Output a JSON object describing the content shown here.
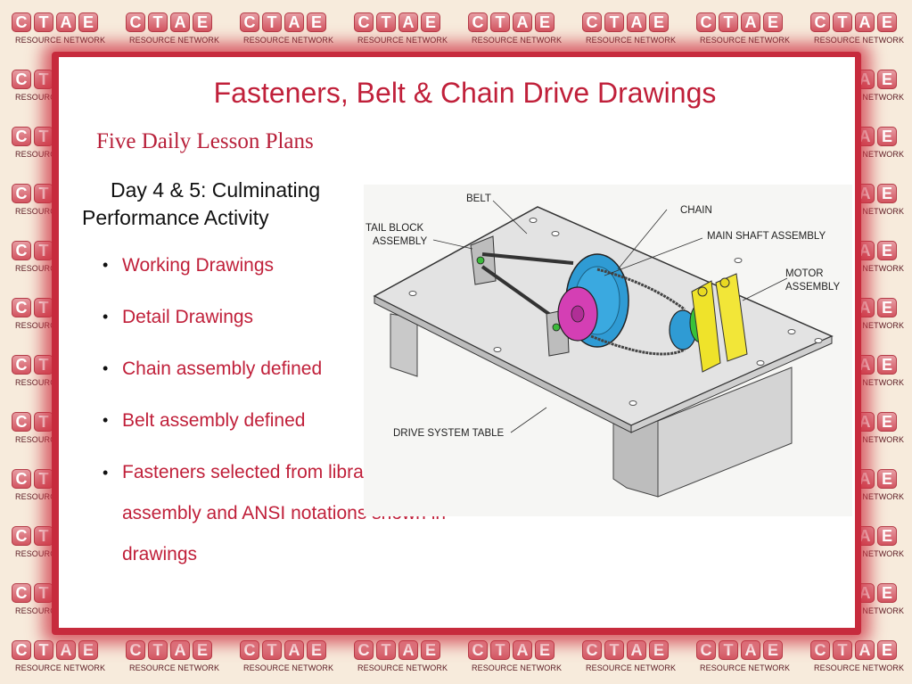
{
  "background": {
    "logo_letters": [
      "C",
      "T",
      "A",
      "E"
    ],
    "logo_caption": "RESOURCE NETWORK",
    "accent": "#c72b3d"
  },
  "slide": {
    "title": "Fasteners, Belt & Chain Drive Drawings",
    "subtitle": "Five Daily Lesson Plans",
    "day_line1": "Day 4 & 5:  Culminating",
    "day_line2": "Performance Activity",
    "bullets": [
      "Working Drawings",
      "Detail Drawings",
      "Chain assembly defined",
      "Belt assembly defined",
      "Fasteners selected from library, added to assembly and ANSI notations shown in drawings"
    ]
  },
  "figure": {
    "labels": {
      "belt": "BELT",
      "chain": "CHAIN",
      "tail_block_1": "TAIL BLOCK",
      "tail_block_2": "ASSEMBLY",
      "main_shaft": "MAIN SHAFT ASSEMBLY",
      "motor_1": "MOTOR",
      "motor_2": "ASSEMBLY",
      "table": "DRIVE SYSTEM TABLE"
    }
  }
}
